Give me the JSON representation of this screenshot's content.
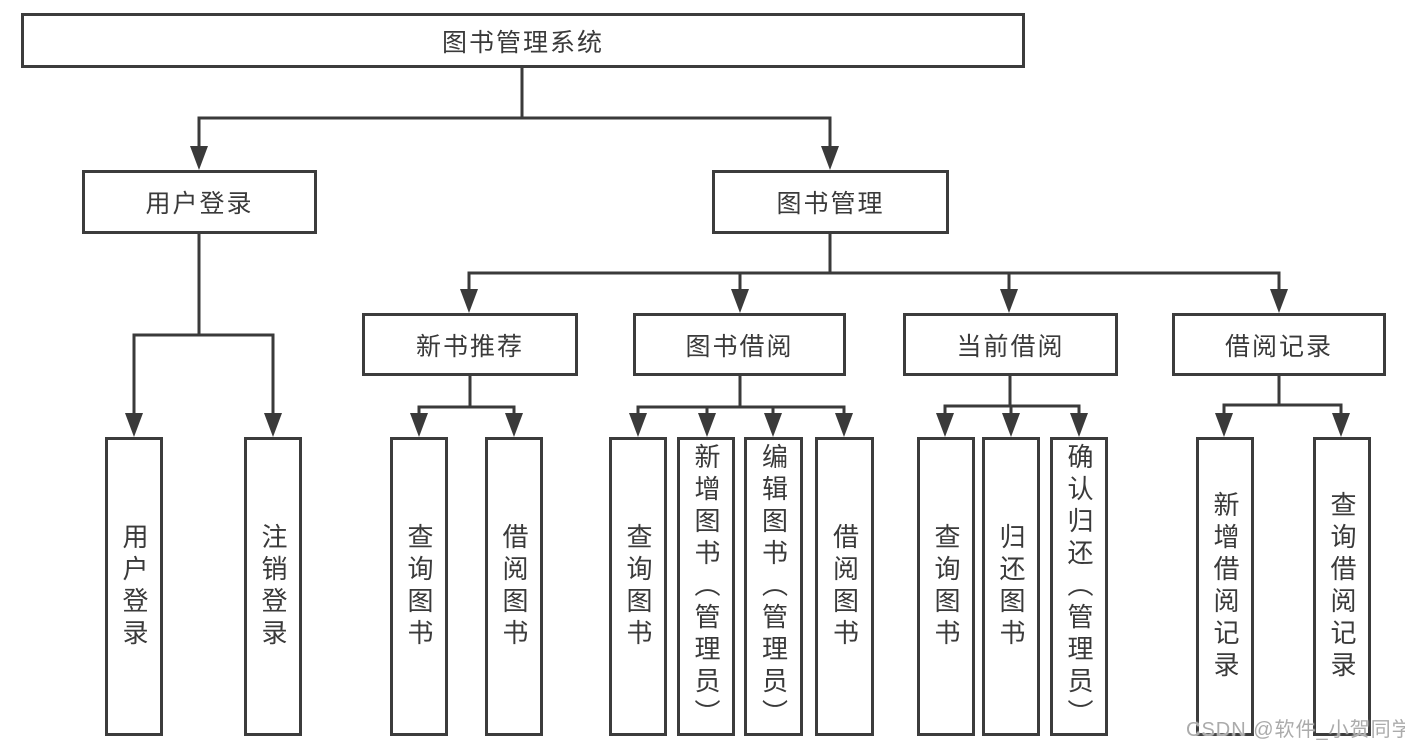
{
  "colors": {
    "line": "#3a3a3a",
    "box_border": "#3c3c3c",
    "text": "#3a3a3a",
    "watermark": "#ababab",
    "background": "#ffffff"
  },
  "watermark": {
    "text": "CSDN @软件_小贺同学"
  },
  "diagram": {
    "type": "hierarchy-tree",
    "root": {
      "label": "图书管理系统",
      "children": [
        {
          "label": "用户登录",
          "children": [
            {
              "label": "用户登录"
            },
            {
              "label": "注销登录"
            }
          ]
        },
        {
          "label": "图书管理",
          "children": [
            {
              "label": "新书推荐",
              "children": [
                {
                  "label": "查询图书"
                },
                {
                  "label": "借阅图书"
                }
              ]
            },
            {
              "label": "图书借阅",
              "children": [
                {
                  "label": "查询图书"
                },
                {
                  "label": "新增图书（管理员）"
                },
                {
                  "label": "编辑图书（管理员）"
                },
                {
                  "label": "借阅图书"
                }
              ]
            },
            {
              "label": "当前借阅",
              "children": [
                {
                  "label": "查询图书"
                },
                {
                  "label": "归还图书"
                },
                {
                  "label": "确认归还（管理员）"
                }
              ]
            },
            {
              "label": "借阅记录",
              "children": [
                {
                  "label": "新增借阅记录"
                },
                {
                  "label": "查询借阅记录"
                }
              ]
            }
          ]
        }
      ]
    }
  }
}
